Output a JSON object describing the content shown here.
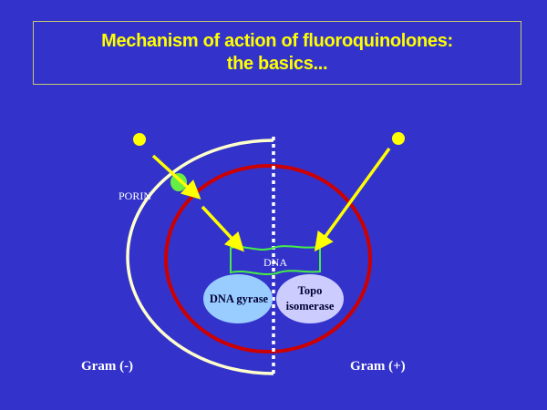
{
  "slide": {
    "title_line1": "Mechanism of action of fluoroquinolones:",
    "title_line2": "the basics..."
  },
  "labels": {
    "porin": "PORIN",
    "dna": "DNA",
    "dna_gyrase": "DNA gyrase",
    "topo_line1": "Topo",
    "topo_line2": "isomerase",
    "gram_negative": "Gram (-)",
    "gram_positive": "Gram (+)"
  },
  "colors": {
    "background": "#3333cc",
    "title_text": "#ffff00",
    "outer_membrane": "#ffffcc",
    "cell_membrane": "#cc0000",
    "arrow": "#ffff00",
    "drug_molecule": "#ffff00",
    "porin": "#66ee44",
    "dna_outline": "#44ee44",
    "dna_gyrase_fill": "#99ccff",
    "topoisomerase_fill": "#ccccff",
    "divider": "#ffffff",
    "label_text": "#ffffff",
    "enzyme_text": "#000033"
  }
}
